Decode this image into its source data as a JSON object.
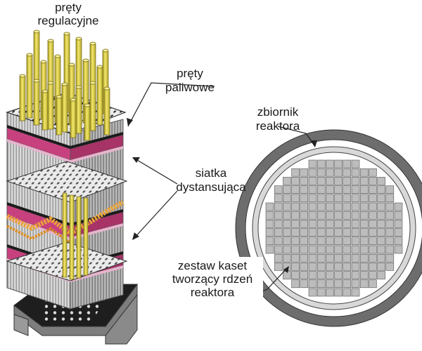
{
  "labels": {
    "control_rods": [
      "pręty",
      "regulacyjne"
    ],
    "fuel_rods": [
      "pręty",
      "paliwowe"
    ],
    "spacer_grid": [
      "siatka",
      "dystansująca"
    ],
    "reactor_vessel": [
      "zbiornik",
      "reaktora"
    ],
    "core_assembly": [
      "zestaw kaset",
      "tworzący rdzeń",
      "reaktora"
    ]
  },
  "colors": {
    "control_rod_yellow": "#e8d84a",
    "spacer_magenta": "#c7417f",
    "spacer_pink": "#e7b4cd",
    "fuel_rod_orange": "#e9a23a",
    "vessel_grey": "#6d6d6d",
    "core_cell_grey": "#bdbdbd"
  }
}
